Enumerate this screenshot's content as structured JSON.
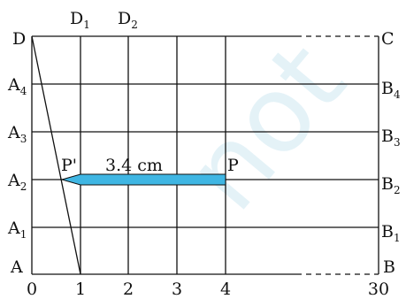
{
  "watermark": "not",
  "corners": {
    "D": "D",
    "C": "C",
    "A": "A",
    "B": "B"
  },
  "top_labels": [
    {
      "main": "D",
      "sub": "1"
    },
    {
      "main": "D",
      "sub": "2"
    }
  ],
  "left_labels": [
    {
      "main": "A",
      "sub": "4"
    },
    {
      "main": "A",
      "sub": "3"
    },
    {
      "main": "A",
      "sub": "2"
    },
    {
      "main": "A",
      "sub": "1"
    }
  ],
  "right_labels": [
    {
      "main": "B",
      "sub": "4"
    },
    {
      "main": "B",
      "sub": "3"
    },
    {
      "main": "B",
      "sub": "2"
    },
    {
      "main": "B",
      "sub": "1"
    }
  ],
  "scale_ticks": [
    "0",
    "1",
    "2",
    "3",
    "4",
    "30"
  ],
  "pointer": {
    "start_label": "P'",
    "end_label": "P",
    "length_label": "3.4 cm",
    "color": "#3fb6e3"
  }
}
